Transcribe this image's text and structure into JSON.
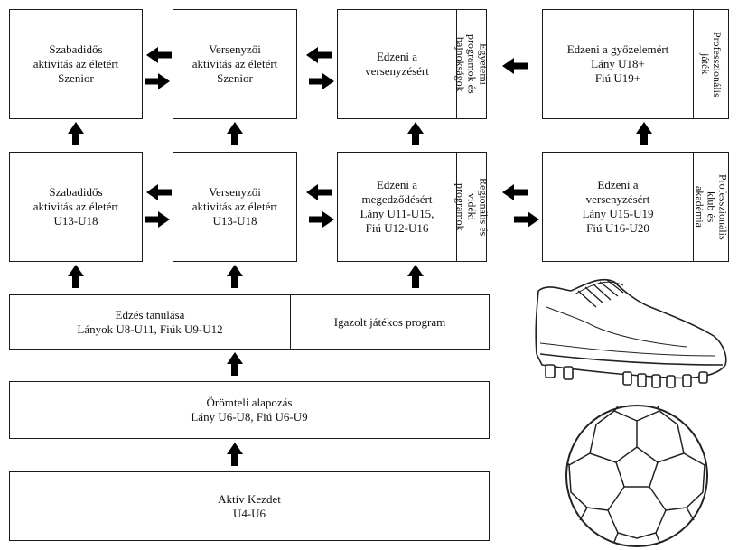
{
  "boxes": {
    "szabadidos_szenior": "Szabadidős\naktivitás az életért\nSzenior",
    "versenyzoi_szenior": "Versenyzői\naktivitás az életért\nSzenior",
    "edzeni_versenyzesert": "Edzeni a\nversenyzésért",
    "egyetemi_label": "Egyetemi\nprogramok és\nbajnokságok",
    "edzeni_gyozelemert": "Edzeni a győzelemért\nLány U18+\nFiú U19+",
    "professzionalis_label": "Professzionális\njáték",
    "szabadidos_u13": "Szabadidős\naktivitás az életért\nU13-U18",
    "versenyzoi_u13": "Versenyzői\naktivitás az életért\nU13-U18",
    "edzeni_megedzodesert": "Edzeni a\nmegedződésért\nLány U11-U15,\nFiú U12-U16",
    "regionalis_label": "Regionális és\nvidéki\nprogramok",
    "edzeni_versenyzesert_u15": "Edzeni a\nversenyzésért\nLány U15-U19\nFiú U16-U20",
    "klub_label": "Professzionális\nklub és\nakadémia",
    "edzes_tanulasa": "Edzés tanulása\nLányok U8-U11, Fiúk U9-U12",
    "igazolt_jatekos": "Igazolt játékos program",
    "oromteli_alapozas": "Örömteli alapozás\nLány U6-U8, Fiú U6-U9",
    "aktiv_kezdet": "Aktív Kezdet\nU4-U6"
  }
}
